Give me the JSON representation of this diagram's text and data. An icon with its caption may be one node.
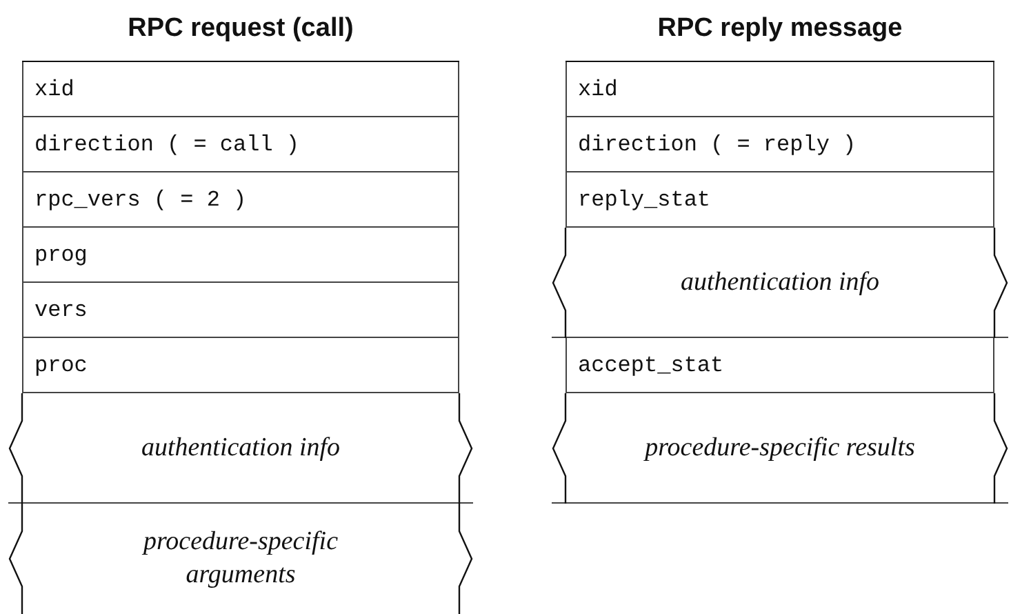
{
  "diagram": {
    "nodes": [
      {
        "text": [
          "RPC request (call)"
        ]
      },
      {
        "text": [
          "xid"
        ],
        "in": 0
      },
      {
        "text": [
          "direction ( = call )"
        ],
        "in": 0
      },
      {
        "text": [
          "rpc_vers ( = 2 )"
        ],
        "in": 0
      },
      {
        "text": [
          "prog"
        ],
        "in": 0
      },
      {
        "text": [
          "vers"
        ],
        "in": 0
      },
      {
        "text": [
          "proc"
        ],
        "in": 0
      },
      {
        "text": [
          "authentication info"
        ],
        "in": 0
      },
      {
        "text": [
          "procedure-specific arguments"
        ],
        "in": 0
      },
      {
        "text": [
          "RPC reply message"
        ]
      },
      {
        "text": [
          "xid"
        ],
        "in": 9
      },
      {
        "text": [
          "direction ( = reply )"
        ],
        "in": 9
      },
      {
        "text": [
          "reply_stat"
        ],
        "in": 9
      },
      {
        "text": [
          "authentication info"
        ],
        "in": 9
      },
      {
        "text": [
          "accept_stat"
        ],
        "in": 9
      },
      {
        "text": [
          "procedure-specific results"
        ],
        "in": 9
      }
    ]
  }
}
